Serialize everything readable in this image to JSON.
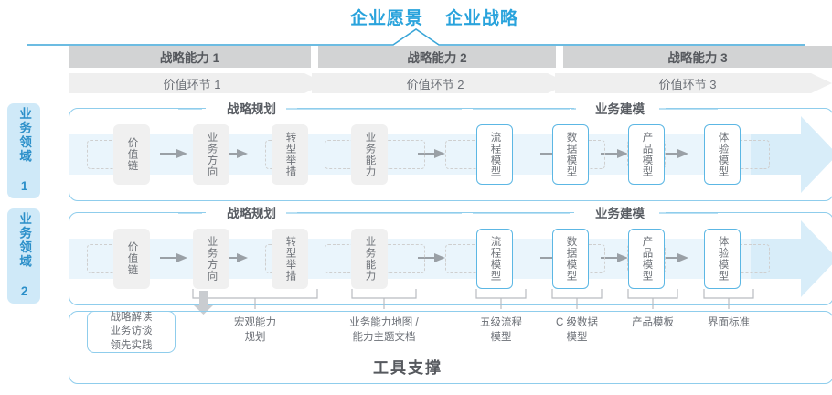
{
  "header": {
    "titles": [
      "企业愿景",
      "企业战略"
    ],
    "accent_color": "#29a3dc"
  },
  "capabilities": [
    {
      "label": "战略能力 1"
    },
    {
      "label": "战略能力 2"
    },
    {
      "label": "战略能力 3"
    }
  ],
  "value_chain": [
    {
      "label": "价值环节 1"
    },
    {
      "label": "价值环节 2"
    },
    {
      "label": "价值环节 3"
    }
  ],
  "domains": [
    {
      "label": "业务领域 1"
    },
    {
      "label": "业务领域 2"
    }
  ],
  "sections": [
    {
      "label": "战略规划"
    },
    {
      "label": "业务建模"
    }
  ],
  "nodes": [
    {
      "label": "价值链",
      "style": "gray"
    },
    {
      "label": "业务方向",
      "style": "gray"
    },
    {
      "label": "转型举措",
      "style": "gray"
    },
    {
      "label": "业务能力",
      "style": "gray"
    },
    {
      "label": "流程模型",
      "style": "blue"
    },
    {
      "label": "数据模型",
      "style": "blue"
    },
    {
      "label": "产品模型",
      "style": "blue"
    },
    {
      "label": "体验模型",
      "style": "blue"
    }
  ],
  "tools": {
    "panel_title": "工具支撑",
    "boxed": {
      "label": "战略解读\n业务访谈\n领先实践"
    },
    "items": [
      {
        "label": "宏观能力\n规划"
      },
      {
        "label": "业务能力地图 /\n能力主题文档"
      },
      {
        "label": "五级流程\n模型"
      },
      {
        "label": "C 级数据\n模型"
      },
      {
        "label": "产品模板"
      },
      {
        "label": "界面标准"
      }
    ]
  },
  "colors": {
    "accent_blue": "#29a3dc",
    "border_blue": "#8fcdec",
    "band_blue": "#eaf5fc",
    "tab_blue": "#cfe9f8",
    "bar_gray": "#d2d3d4",
    "chevron_gray": "#efefef",
    "node_gray": "#f0f0f0",
    "text_gray": "#6b6f76"
  }
}
